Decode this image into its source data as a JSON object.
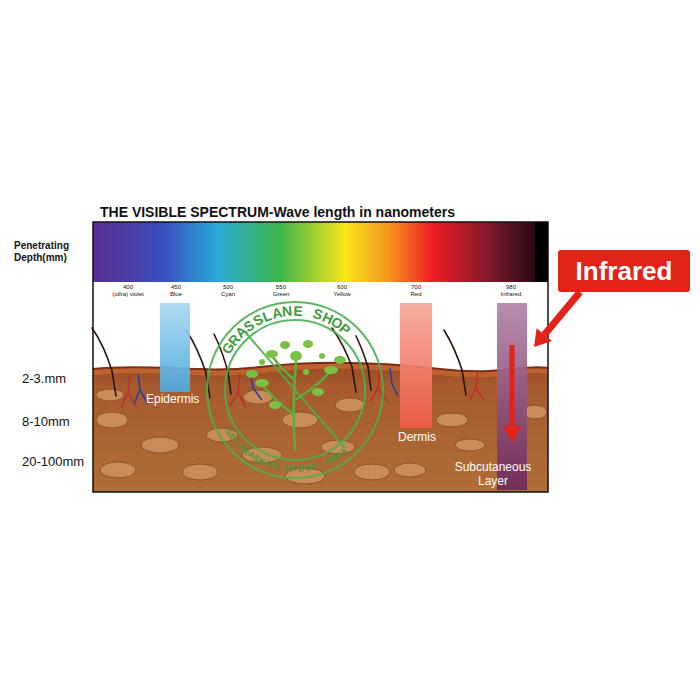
{
  "diagram": {
    "title": "THE VISIBLE SPECTRUM-Wave length in nanometers",
    "nodes": [
      {
        "text": [
          "Infrared"
        ]
      }
    ],
    "labels": [
      "Penetrating Depth(mm)",
      "400",
      "(utlra) violet",
      "450",
      "Blue",
      "500",
      "Cyan",
      "550",
      "Green",
      "600",
      "Yellow",
      "700",
      "Red",
      "980",
      "Infrared",
      "2-3.mm",
      "8-10mm",
      "20-100mm",
      "Epidermis",
      "Dermis",
      "Subcutaneous Layer",
      "GRASSLANE SHOP",
      "SELARASKAN HIDUP ANDA"
    ]
  }
}
